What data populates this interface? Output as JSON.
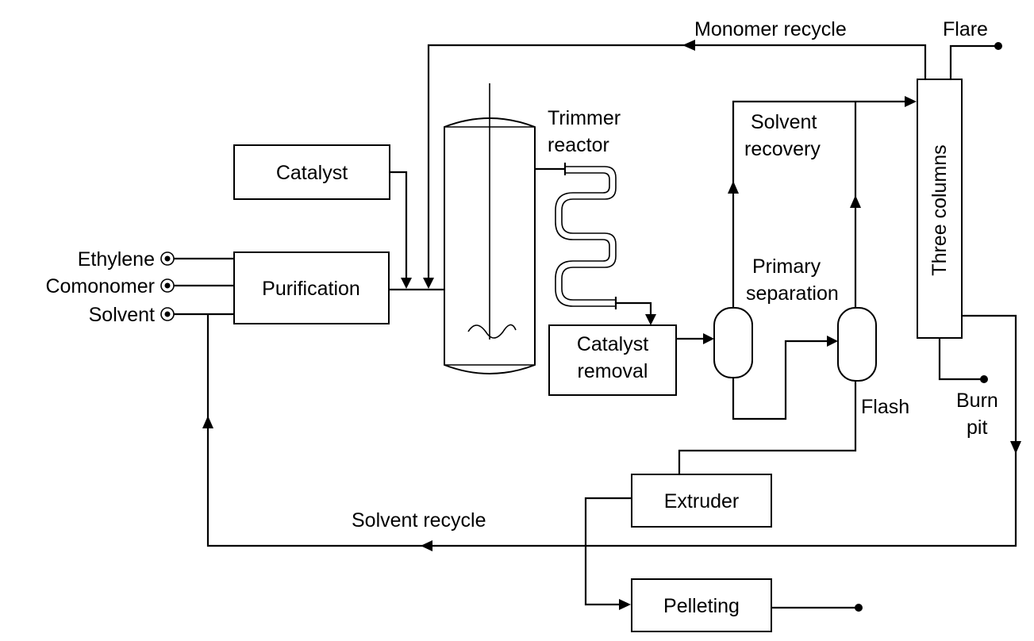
{
  "inputs": {
    "ethylene": "Ethylene",
    "comonomer": "Comonomer",
    "solvent": "Solvent"
  },
  "units": {
    "catalyst": "Catalyst",
    "purification": "Purification",
    "catalyst_removal_line1": "Catalyst",
    "catalyst_removal_line2": "removal",
    "extruder": "Extruder",
    "pelleting": "Pelleting",
    "three_columns": "Three columns"
  },
  "labels": {
    "trimmer_reactor_line1": "Trimmer",
    "trimmer_reactor_line2": "reactor",
    "solvent_recovery_line1": "Solvent",
    "solvent_recovery_line2": "recovery",
    "primary_separation_line1": "Primary",
    "primary_separation_line2": "separation",
    "flash": "Flash",
    "flare": "Flare",
    "burn_pit_line1": "Burn",
    "burn_pit_line2": "pit"
  },
  "streams": {
    "monomer_recycle": "Monomer recycle",
    "solvent_recycle": "Solvent recycle"
  }
}
